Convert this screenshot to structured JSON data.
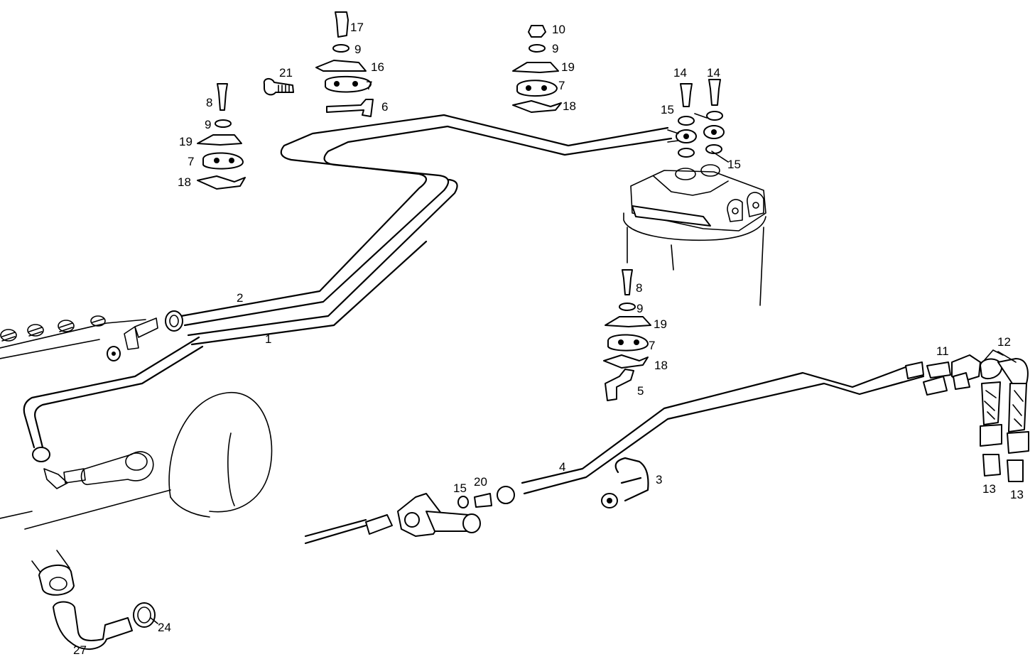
{
  "diagram": {
    "callouts": [
      {
        "id": "c17",
        "text": "17"
      },
      {
        "id": "c9a",
        "text": "9"
      },
      {
        "id": "c16",
        "text": "16"
      },
      {
        "id": "c7a",
        "text": "7"
      },
      {
        "id": "c6",
        "text": "6"
      },
      {
        "id": "c21",
        "text": "21"
      },
      {
        "id": "c10",
        "text": "10"
      },
      {
        "id": "c9b",
        "text": "9"
      },
      {
        "id": "c19a",
        "text": "19"
      },
      {
        "id": "c7b",
        "text": "7"
      },
      {
        "id": "c18a",
        "text": "18"
      },
      {
        "id": "c8a",
        "text": "8"
      },
      {
        "id": "c9c",
        "text": "9"
      },
      {
        "id": "c19b",
        "text": "19"
      },
      {
        "id": "c7c",
        "text": "7"
      },
      {
        "id": "c18b",
        "text": "18"
      },
      {
        "id": "c14a",
        "text": "14"
      },
      {
        "id": "c14b",
        "text": "14"
      },
      {
        "id": "c15a",
        "text": "15"
      },
      {
        "id": "c15b",
        "text": "15"
      },
      {
        "id": "c2",
        "text": "2"
      },
      {
        "id": "c1",
        "text": "1"
      },
      {
        "id": "c8b",
        "text": "8"
      },
      {
        "id": "c9d",
        "text": "9"
      },
      {
        "id": "c19c",
        "text": "19"
      },
      {
        "id": "c7d",
        "text": "7"
      },
      {
        "id": "c18c",
        "text": "18"
      },
      {
        "id": "c5",
        "text": "5"
      },
      {
        "id": "c11",
        "text": "11"
      },
      {
        "id": "c12",
        "text": "12"
      },
      {
        "id": "c13a",
        "text": "13"
      },
      {
        "id": "c13b",
        "text": "13"
      },
      {
        "id": "c4",
        "text": "4"
      },
      {
        "id": "c3",
        "text": "3"
      },
      {
        "id": "c15c",
        "text": "15"
      },
      {
        "id": "c20",
        "text": "20"
      },
      {
        "id": "c24",
        "text": "24"
      },
      {
        "id": "c27",
        "text": "27"
      }
    ]
  }
}
